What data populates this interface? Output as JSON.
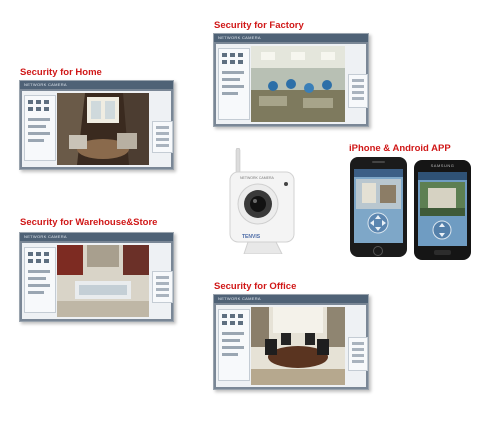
{
  "headings": {
    "home": "Security for Home",
    "factory": "Security for Factory",
    "warehouse": "Security for Warehouse&Store",
    "office": "Security for Office",
    "app": "iPhone & Android APP"
  },
  "panel_title": "NETWORK CAMERA",
  "camera": {
    "brand": "TENVIS",
    "label": "NETWORK CAMERA"
  },
  "phones": {
    "android_brand": "SAMSUNG"
  },
  "colors": {
    "heading": "#d01818",
    "panel_bar": "#4f6276",
    "panel_frame": "#7a8796",
    "phone_body": "#1b1b1b"
  }
}
